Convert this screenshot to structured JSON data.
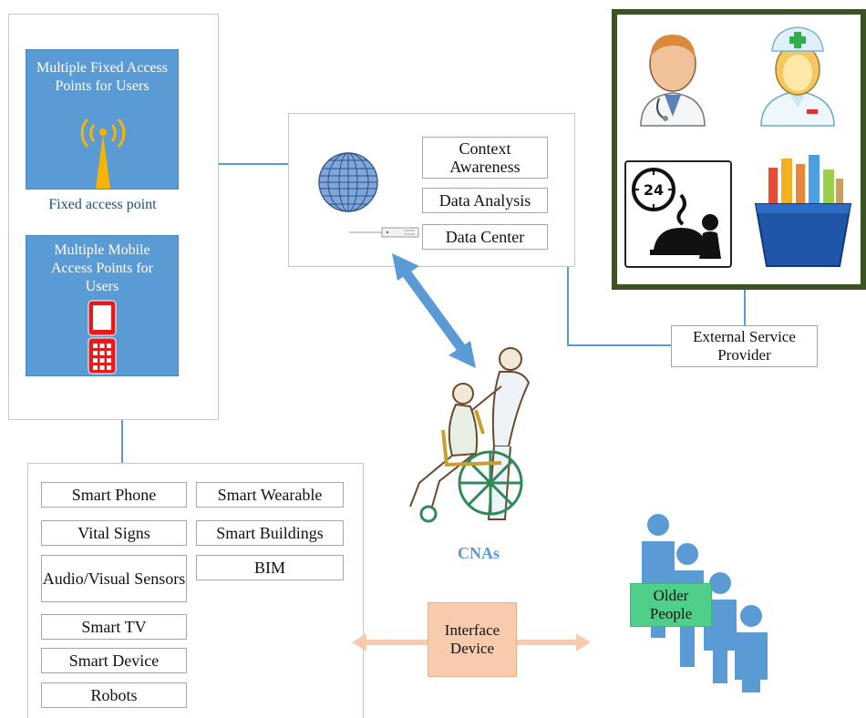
{
  "access_panel": {
    "fixed_box": "Multiple Fixed Access Points for Users",
    "fixed_caption": "Fixed access point",
    "mobile_box": "Multiple Mobile Access Points for Users"
  },
  "cloud_panel": {
    "items": [
      "Context Awareness",
      "Data Analysis",
      "Data Center"
    ]
  },
  "devices": {
    "left_column": [
      "Smart Phone",
      "Vital Signs",
      "Audio/Visual Sensors",
      "Smart TV",
      "Smart Device",
      "Robots"
    ],
    "right_column": [
      "Smart Wearable",
      "Smart Buildings",
      "BIM"
    ]
  },
  "external_service": {
    "label": "External Service Provider"
  },
  "cnas": {
    "label": "CNAs"
  },
  "interface_device": {
    "label": "Interface Device"
  },
  "older_people": {
    "label": "Older People"
  },
  "colors": {
    "accent_blue": "#5b9bd5",
    "service_border": "#3b5323",
    "interface_fill": "#f7cbac",
    "older_people_fill": "#4fd08a"
  }
}
